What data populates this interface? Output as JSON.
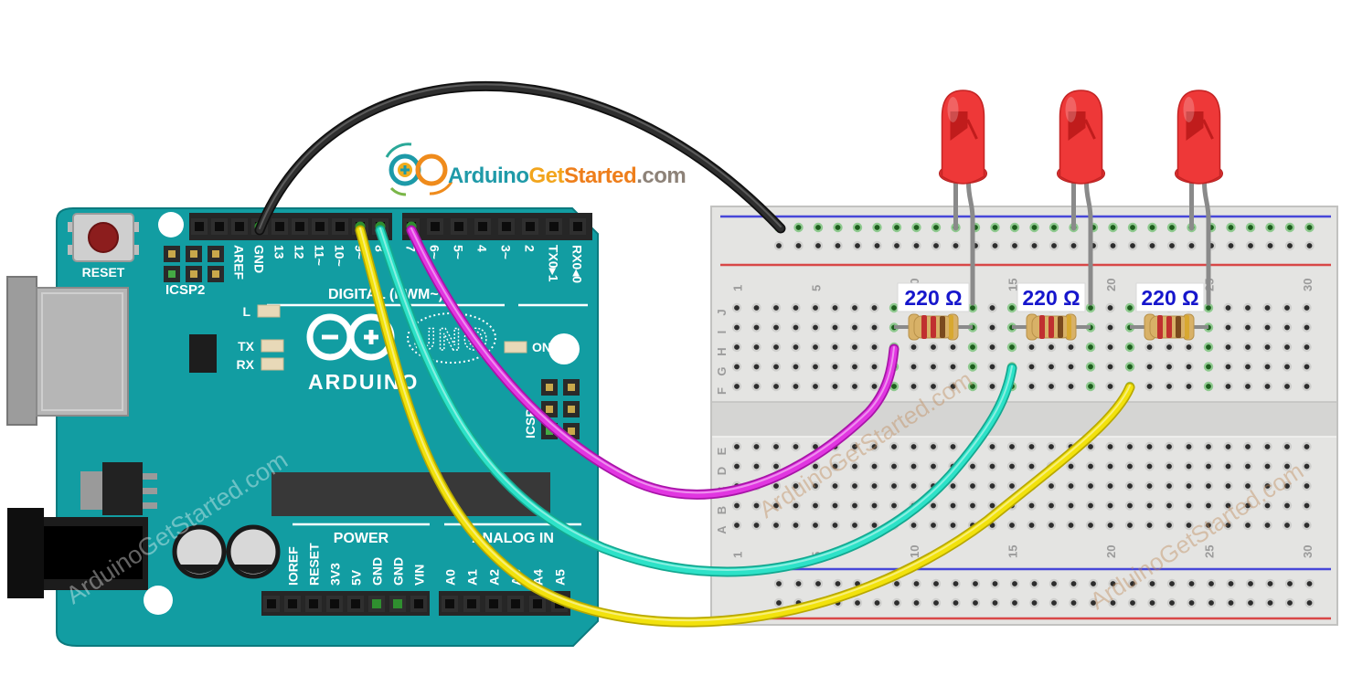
{
  "title_logo": {
    "arduino": "Arduino",
    "get": "Get",
    "started": "Started",
    "com": ".com",
    "arduino_color": "#1f9aa8",
    "get_color": "#f2a51d",
    "started_color": "#ee7e1b",
    "com_color": "#8d8278"
  },
  "watermark": {
    "text": "ArduinoGetStarted.com"
  },
  "arduino": {
    "board_color": "#129da2",
    "reset_label": "RESET",
    "icsp2_label": "ICSP2",
    "icsp_label": "ICSP",
    "digital_header_label": "DIGITAL (PWM~)",
    "power_header_label": "POWER",
    "analog_header_label": "ANALOG IN",
    "led_l_label": "L",
    "led_tx_label": "TX",
    "led_rx_label": "RX",
    "led_on_label": "ON",
    "brand_text": "ARDUINO",
    "model_text": "UNO",
    "digital_pins": [
      "AREF",
      "GND",
      "13",
      "12",
      "11~",
      "10~",
      "9~",
      "8",
      "7",
      "6~",
      "5~",
      "4",
      "3~",
      "2",
      "TX0▸1",
      "RX0◂0"
    ],
    "power_pins": [
      "IOREF",
      "RESET",
      "3V3",
      "5V",
      "GND",
      "GND",
      "VIN"
    ],
    "analog_pins": [
      "A0",
      "A1",
      "A2",
      "A3",
      "A4",
      "A5"
    ]
  },
  "breadboard": {
    "row_letters": [
      "J",
      "I",
      "H",
      "G",
      "F",
      "E",
      "D",
      "C",
      "B",
      "A"
    ],
    "column_numbers": [
      "1",
      "5",
      "10",
      "15",
      "20",
      "25",
      "30"
    ],
    "rail_blue": "#4747d8",
    "rail_red": "#d84747"
  },
  "components": {
    "led_color": "#ee3838",
    "resistor_label_color": "#1616cc",
    "resistors": [
      {
        "label": "220 Ω"
      },
      {
        "label": "220 Ω"
      },
      {
        "label": "220 Ω"
      }
    ],
    "wires": [
      {
        "color_name": "black",
        "hex": "#2e2e2e",
        "arduino_pin": "GND"
      },
      {
        "color_name": "yellow",
        "hex": "#f2e20c",
        "arduino_pin": "9~"
      },
      {
        "color_name": "cyan",
        "hex": "#2de2c8",
        "arduino_pin": "8"
      },
      {
        "color_name": "magenta",
        "hex": "#e136e1",
        "arduino_pin": "7"
      }
    ]
  }
}
